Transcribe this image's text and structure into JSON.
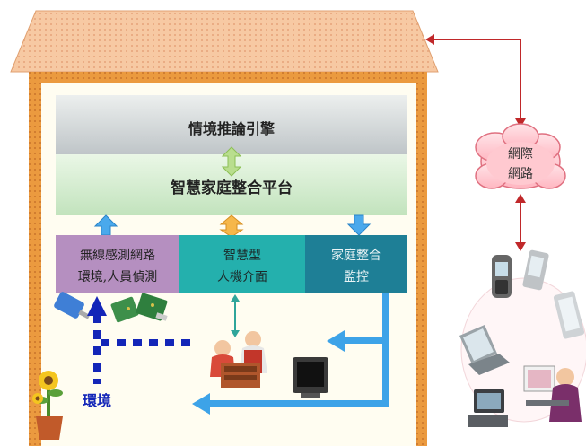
{
  "diagram": {
    "layers": {
      "inference": "情境推論引擎",
      "platform": "智慧家庭整合平台"
    },
    "modules": {
      "sensor_line1": "無線感測網路",
      "sensor_line2": "環境,人員偵測",
      "hci_line1": "智慧型",
      "hci_line2": "人機介面",
      "monitor_line1": "家庭整合",
      "monitor_line2": "監控"
    },
    "cloud": {
      "line1": "網際",
      "line2": "網路"
    },
    "env_label": "環境"
  },
  "colors": {
    "roof": "#f7c9a3",
    "house_frame": "#e8902f",
    "inference_box": "#cfd4d6",
    "platform_box": "#d6edd3",
    "sensor_box": "#b58fc0",
    "hci_box": "#24b0ad",
    "monitor_box": "#1e7f96",
    "cloud": "#ffc9d0",
    "link_red": "#c0282a",
    "arrow_blue": "#3da3e8",
    "dot_blue": "#1326b8"
  }
}
